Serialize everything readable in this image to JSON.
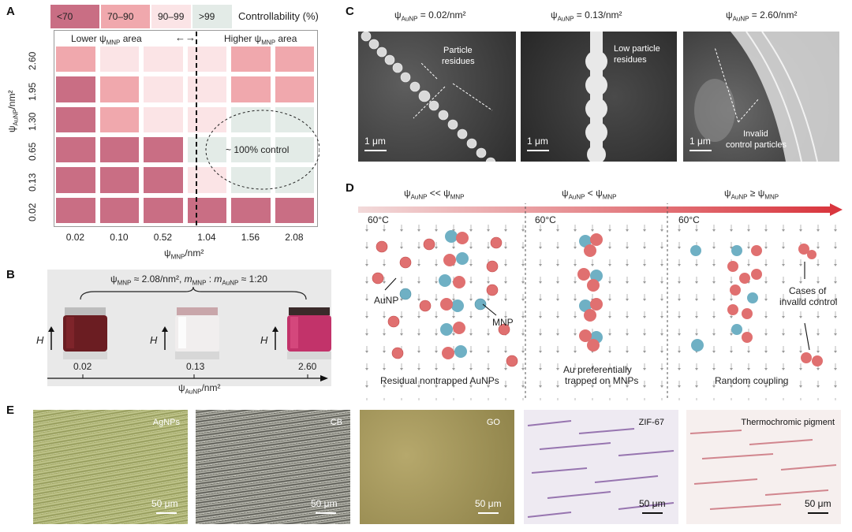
{
  "panelA": {
    "label": "A",
    "legend": [
      {
        "text": "<70",
        "color": "#c96e84"
      },
      {
        "text": "70–90",
        "color": "#f0a8ad"
      },
      {
        "text": "90–99",
        "color": "#fbe4e6"
      },
      {
        "text": ">99",
        "color": "#e3ebe7"
      }
    ],
    "legend_title": "Controllability (%)",
    "lower_area": "Lower ψ",
    "lower_area_sub": "MNP",
    "lower_area_end": " area",
    "higher_area": "Higher ψ",
    "higher_area_sub": "MNP",
    "higher_area_end": " area",
    "arrow": "←→",
    "annotation": "~ 100% control",
    "y_label": "ψ",
    "y_label_sub": "AuNP",
    "y_label_end": "/nm²",
    "x_label": "ψ",
    "x_label_sub": "MNP",
    "x_label_end": "/nm²"
  },
  "chart_data": {
    "type": "heatmap",
    "x": [
      "0.02",
      "0.10",
      "0.52",
      "1.04",
      "1.56",
      "2.08"
    ],
    "y": [
      "2.60",
      "1.95",
      "1.30",
      "0.65",
      "0.13",
      "0.02"
    ],
    "levels": [
      "<70",
      "70–90",
      "90–99",
      ">99"
    ],
    "values": [
      [
        1,
        2,
        2,
        2,
        1,
        1
      ],
      [
        0,
        1,
        2,
        2,
        1,
        1
      ],
      [
        0,
        1,
        2,
        2,
        3,
        3
      ],
      [
        0,
        0,
        0,
        3,
        3,
        3
      ],
      [
        0,
        0,
        0,
        2,
        3,
        3
      ],
      [
        0,
        0,
        0,
        0,
        0,
        0
      ]
    ]
  },
  "panelB": {
    "label": "B",
    "header_psi": "ψ",
    "header_psi_sub": "MNP",
    "header_rest": " ≈ 2.08/nm², ",
    "header_m": "m",
    "header_m_sub1": "MNP",
    "header_colon": " : ",
    "header_m2": "m",
    "header_m_sub2": "AuNP",
    "header_ratio": " ≈ 1:20",
    "h_label": "H",
    "vials": [
      "0.02",
      "0.13",
      "2.60"
    ],
    "axis_label": "ψ",
    "axis_label_sub": "AuNP",
    "axis_label_end": "/nm²"
  },
  "panelC": {
    "label": "C",
    "titles": [
      {
        "psi": "ψ",
        "sub": "AuNP",
        "val": " = 0.02/nm²"
      },
      {
        "psi": "ψ",
        "sub": "AuNP",
        "val": " = 0.13/nm²"
      },
      {
        "psi": "ψ",
        "sub": "AuNP",
        "val": " = 2.60/nm²"
      }
    ],
    "ann1_line1": "Particle",
    "ann1_line2": "residues",
    "ann2_line1": "Low particle",
    "ann2_line2": "residues",
    "ann3_line1": "Invalid",
    "ann3_line2": "control particles",
    "scale": "1 μm"
  },
  "panelD": {
    "label": "D",
    "headers": [
      {
        "a": "ψ",
        "a_sub": "AuNP",
        "op": " << ",
        "b": "ψ",
        "b_sub": "MNP"
      },
      {
        "a": "ψ",
        "a_sub": "AuNP",
        "op": " < ",
        "b": "ψ",
        "b_sub": "MNP"
      },
      {
        "a": "ψ",
        "a_sub": "AuNP",
        "op": " ≥ ",
        "b": "ψ",
        "b_sub": "MNP"
      }
    ],
    "temp": "60°C",
    "aunp": "AuNP",
    "mnp": "MNP",
    "invalid1": "Cases of",
    "invalid2": "invalid control",
    "cap1": "Residual nontrapped AuNPs",
    "cap2a": "Au preferentially",
    "cap2b": "trapped on MNPs",
    "cap3": "Random coupling"
  },
  "panelE": {
    "label": "E",
    "items": [
      {
        "name": "AgNPs",
        "scale": "50 μm"
      },
      {
        "name": "CB",
        "scale": "50 μm"
      },
      {
        "name": "GO",
        "scale": "50 μm"
      },
      {
        "name": "ZIF-67",
        "scale": "50 μm"
      },
      {
        "name": "Thermochromic pigment",
        "scale": "50 μm"
      }
    ]
  }
}
